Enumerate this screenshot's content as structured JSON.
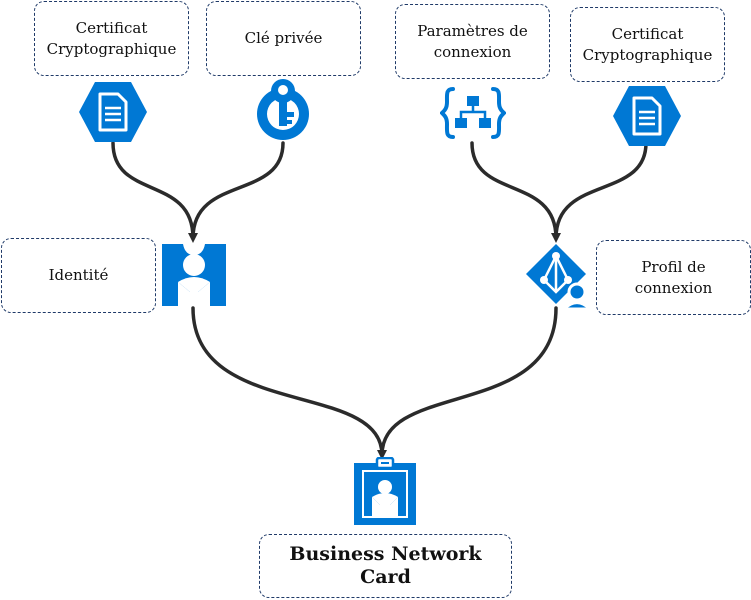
{
  "diagram": {
    "nodes": {
      "cert_left": {
        "label": "Certificat\nCryptographique",
        "icon": "certificate-icon"
      },
      "private_key": {
        "label": "Clé privée",
        "icon": "key-icon"
      },
      "conn_params": {
        "label": "Paramètres de\nconnexion",
        "icon": "network-parameters-icon"
      },
      "cert_right": {
        "label": "Certificat\nCryptographique",
        "icon": "certificate-icon"
      },
      "identity": {
        "label": "Identité",
        "icon": "identity-icon"
      },
      "conn_profile": {
        "label": "Profil de\nconnexion",
        "icon": "connection-profile-icon"
      },
      "business_card": {
        "label": "Business Network\nCard",
        "icon": "badge-card-icon"
      }
    },
    "colors": {
      "icon": "#0078d4",
      "connector": "#2b2b2b",
      "box_border": "#1f3a68"
    }
  }
}
